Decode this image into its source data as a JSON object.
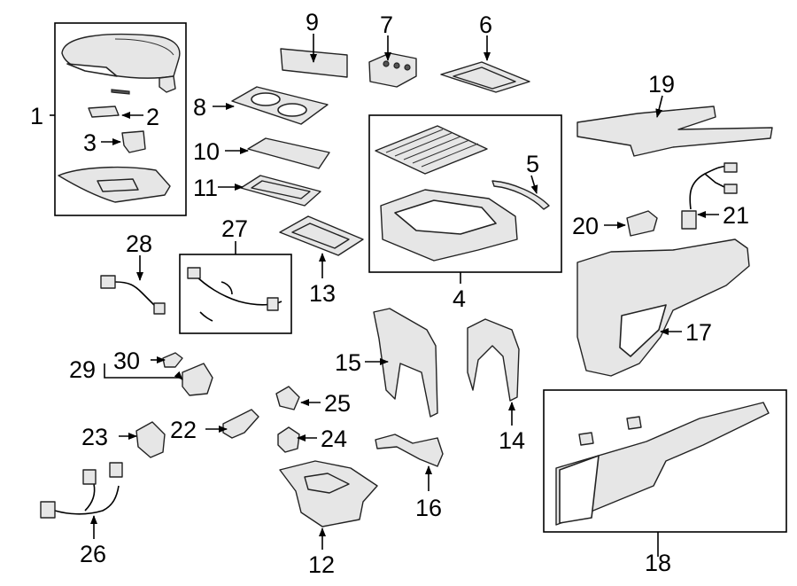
{
  "callouts": {
    "c1": "1",
    "c2": "2",
    "c3": "3",
    "c4": "4",
    "c5": "5",
    "c6": "6",
    "c7": "7",
    "c8": "8",
    "c9": "9",
    "c10": "10",
    "c11": "11",
    "c12": "12",
    "c13": "13",
    "c14": "14",
    "c15": "15",
    "c16": "16",
    "c17": "17",
    "c18": "18",
    "c19": "19",
    "c20": "20",
    "c21": "21",
    "c22": "22",
    "c23": "23",
    "c24": "24",
    "c25": "25",
    "c26": "26",
    "c27": "27",
    "c28": "28",
    "c29": "29",
    "c30": "30"
  },
  "colors": {
    "line": "#000000",
    "part_fill": "#ffffff",
    "shade": "#e6e6e6"
  }
}
